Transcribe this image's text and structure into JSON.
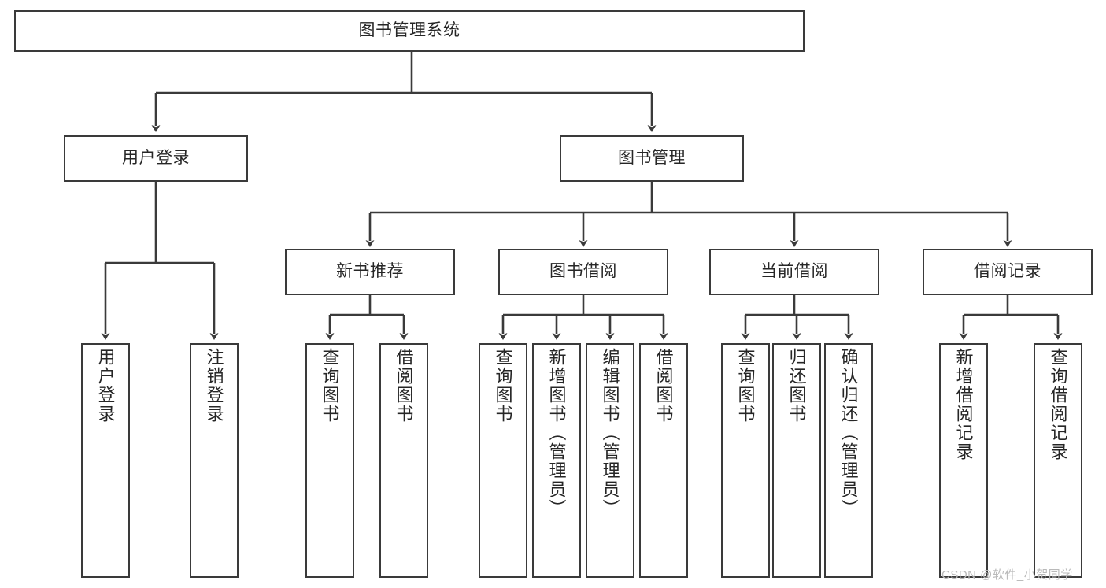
{
  "diagram": {
    "title": "图书管理系统",
    "type": "tree-hierarchy-diagram",
    "background": "#ffffff",
    "stroke_color": "#3a3a3a",
    "text_color": "#262626",
    "root": {
      "label": "图书管理系统"
    },
    "level2": [
      {
        "label": "用户登录"
      },
      {
        "label": "图书管理"
      }
    ],
    "level3": [
      {
        "label": "新书推荐"
      },
      {
        "label": "图书借阅"
      },
      {
        "label": "当前借阅"
      },
      {
        "label": "借阅记录"
      }
    ],
    "leaves": {
      "user_login": [
        {
          "label": "用户登录"
        },
        {
          "label": "注销登录"
        }
      ],
      "new_book_recommend": [
        {
          "label": "查询图书"
        },
        {
          "label": "借阅图书"
        }
      ],
      "book_borrow": [
        {
          "label": "查询图书"
        },
        {
          "label": "新增图书（管理员）"
        },
        {
          "label": "编辑图书（管理员）"
        },
        {
          "label": "借阅图书"
        }
      ],
      "current_borrow": [
        {
          "label": "查询图书"
        },
        {
          "label": "归还图书"
        },
        {
          "label": "确认归还（管理员）"
        }
      ],
      "borrow_record": [
        {
          "label": "新增借阅记录"
        },
        {
          "label": "查询借阅记录"
        }
      ]
    }
  },
  "watermark": {
    "text": "CSDN @软件_小贺同学",
    "color": "#b9b9b9"
  }
}
